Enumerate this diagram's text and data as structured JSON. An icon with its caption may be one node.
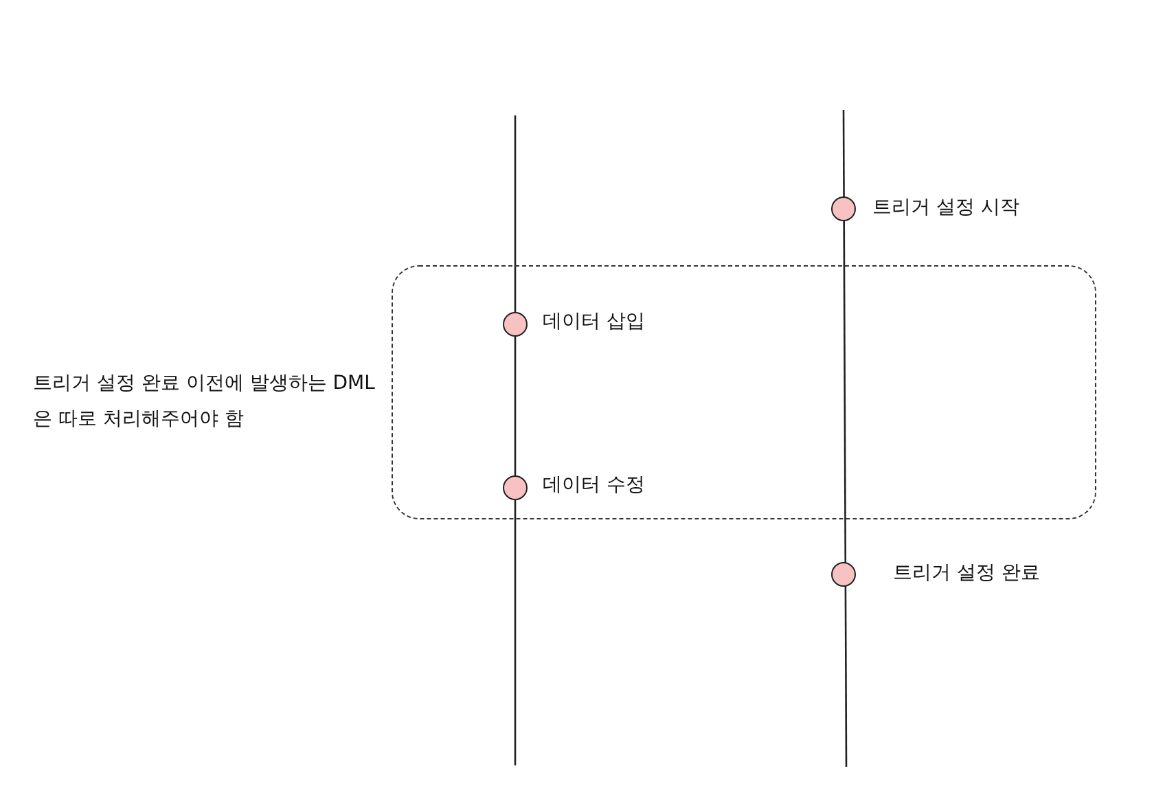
{
  "diagram": {
    "nodes": [
      {
        "text": [],
        "shape": "box",
        "beside": [
          "트리거 설정 완료 이전에 발생하는 DML은 따로 처리해주어야 함"
        ]
      },
      {
        "text": [],
        "shape": "circle",
        "beside": [
          "트리거 설정 시작"
        ]
      },
      {
        "text": [],
        "shape": "circle",
        "beside": [
          "데이터 삽입"
        ],
        "in": 0
      },
      {
        "text": [],
        "shape": "circle",
        "beside": [
          "데이터 수정"
        ],
        "in": 0
      },
      {
        "text": [],
        "shape": "circle",
        "beside": [
          "트리거 설정 완료"
        ]
      }
    ]
  }
}
